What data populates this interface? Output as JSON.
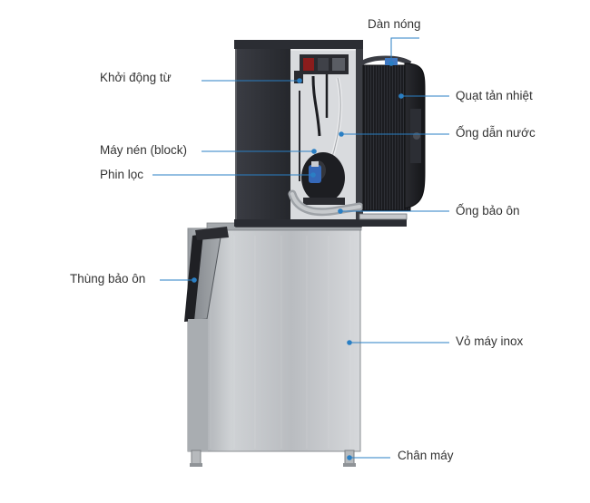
{
  "diagram": {
    "subject": "ice machine",
    "labels": {
      "dan_nong": "Dàn nóng",
      "khoi_dong_tu": "Khởi động từ",
      "quat_tan_nhiet": "Quạt tản nhiệt",
      "ong_dan_nuoc": "Ống dẫn nước",
      "may_nen": "Máy nén (block)",
      "phin_loc": "Phin lọc",
      "ong_bao_on": "Ống bảo ôn",
      "thung_bao_on": "Thùng bảo ôn",
      "vo_may_inox": "Vỏ máy inox",
      "chan_may": "Chân máy"
    }
  },
  "colors": {
    "callout_line": "#2a7fc4",
    "callout_dot": "#2a7fc4",
    "label_text": "#333333",
    "steel_light": "#c9ccd0",
    "steel_dark": "#8e9296",
    "head_dark": "#2b2d33",
    "coil_black": "#1a1b1f"
  }
}
